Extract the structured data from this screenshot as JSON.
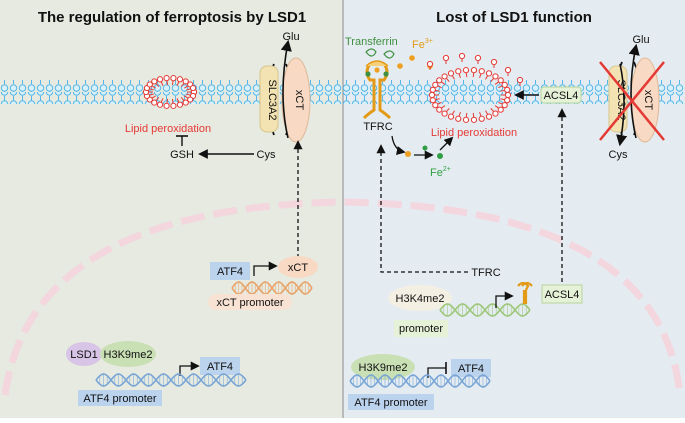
{
  "left_panel": {
    "title": "The regulation of ferroptosis by LSD1",
    "glu": "Glu",
    "slc3a2": "SLC3A2",
    "xct": "xCT",
    "lipid_peroxidation": "Lipid peroxidation",
    "gsh": "GSH",
    "cys": "Cys",
    "atf4_box": "ATF4",
    "xct_gene": "xCT",
    "xct_promoter": "xCT promoter",
    "lsd1": "LSD1",
    "h3k9me2": "H3K9me2",
    "atf4_target": "ATF4",
    "atf4_promoter": "ATF4 promoter"
  },
  "right_panel": {
    "title": "Lost of LSD1 function",
    "transferrin": "Transferrin",
    "fe3": "Fe",
    "fe3_sup": "3+",
    "tfrc_membrane": "TFRC",
    "lipid_peroxidation": "Lipid peroxidation",
    "fe2": "Fe",
    "fe2_sup": "2+",
    "acsl4_membrane": "ACSL4",
    "glu": "Glu",
    "slc3a2": "SLC3A2",
    "xct": "xCT",
    "cys": "Cys",
    "tfrc_gene": "TFRC",
    "h3k4me2": "H3K4me2",
    "acsl4_gene": "ACSL4",
    "promoter": "promoter",
    "h3k9me2": "H3K9me2",
    "atf4_target": "ATF4",
    "atf4_promoter": "ATF4 promoter"
  },
  "colors": {
    "left_bg": "#e6eae0",
    "right_bg": "#e5ecf1",
    "membrane_blue": "#56b7e6",
    "lipid_red": "#e53935",
    "gene_box_blue": "#bcd3ee",
    "green_box": "#e6f2d8",
    "xct_orange": "#f7d9c4",
    "lsd1_purple": "#d8c4e6",
    "dna_blue": "#7aa6d6",
    "dna_orange": "#e8a46a",
    "dna_green": "#9dc77a",
    "fe_green": "#2f9e44",
    "fe_orange": "#f0a020"
  }
}
